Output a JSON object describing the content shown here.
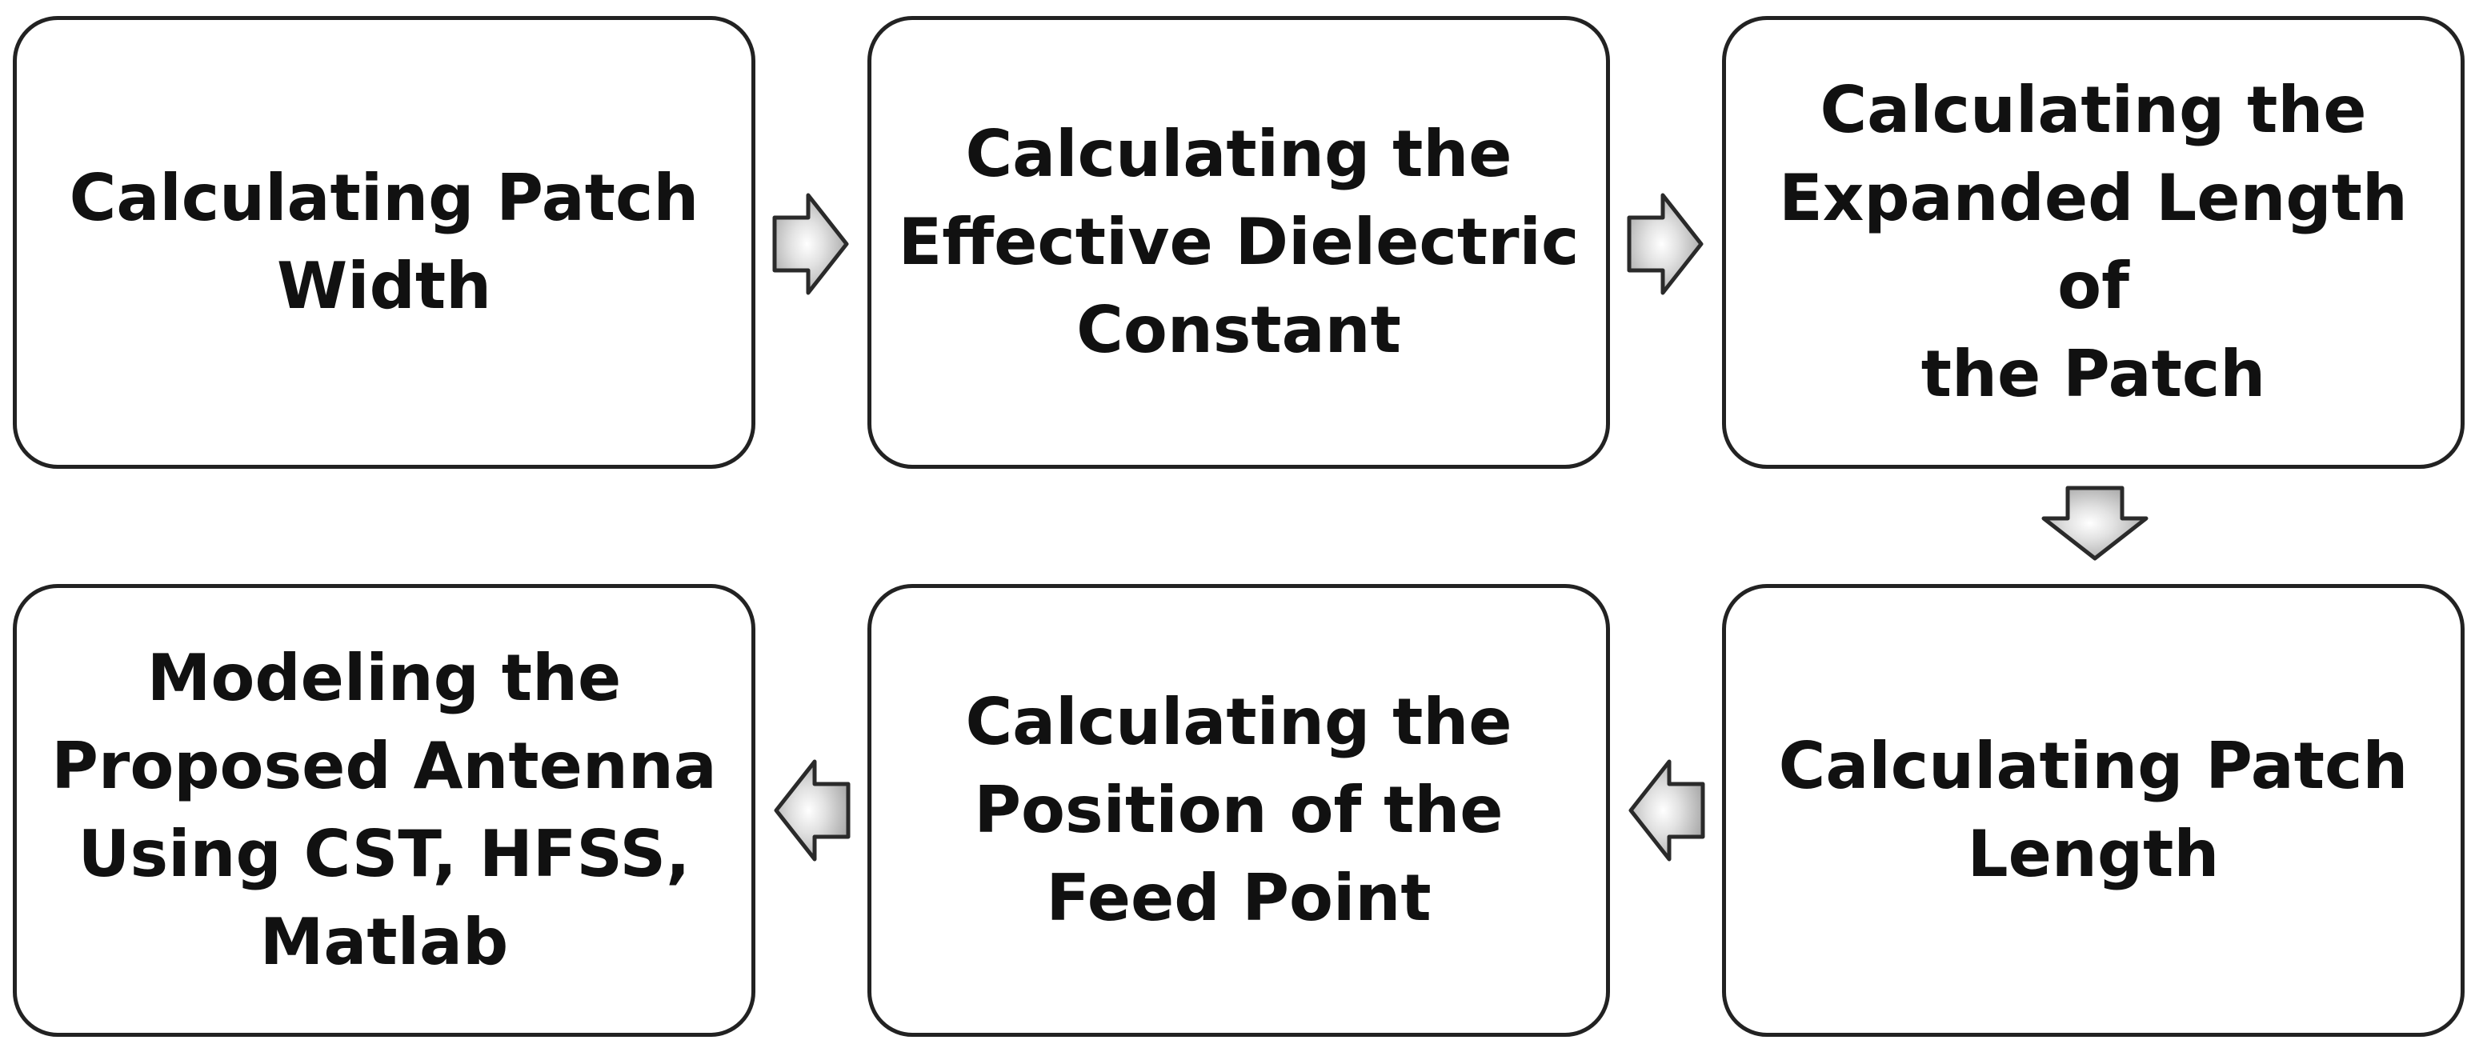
{
  "steps": [
    {
      "label": "Calculating Patch\nWidth"
    },
    {
      "label": "Calculating the\nEffective Dielectric\nConstant"
    },
    {
      "label": "Calculating the\nExpanded Length of\nthe Patch"
    },
    {
      "label": "Calculating Patch\nLength"
    },
    {
      "label": "Calculating the\nPosition of the\nFeed Point"
    },
    {
      "label": "Modeling the\nProposed Antenna\nUsing CST, HFSS,\nMatlab"
    }
  ],
  "arrows": [
    {
      "from": 1,
      "to": 2,
      "direction": "right"
    },
    {
      "from": 2,
      "to": 3,
      "direction": "right"
    },
    {
      "from": 3,
      "to": 4,
      "direction": "down"
    },
    {
      "from": 4,
      "to": 5,
      "direction": "left"
    },
    {
      "from": 5,
      "to": 6,
      "direction": "left"
    }
  ],
  "colors": {
    "box_border": "#222222",
    "box_fill": "#ffffff",
    "text": "#111111",
    "arrow_fill_light": "#ffffff",
    "arrow_fill_dark": "#9c9c9c",
    "arrow_outline": "#2a2a2a"
  }
}
